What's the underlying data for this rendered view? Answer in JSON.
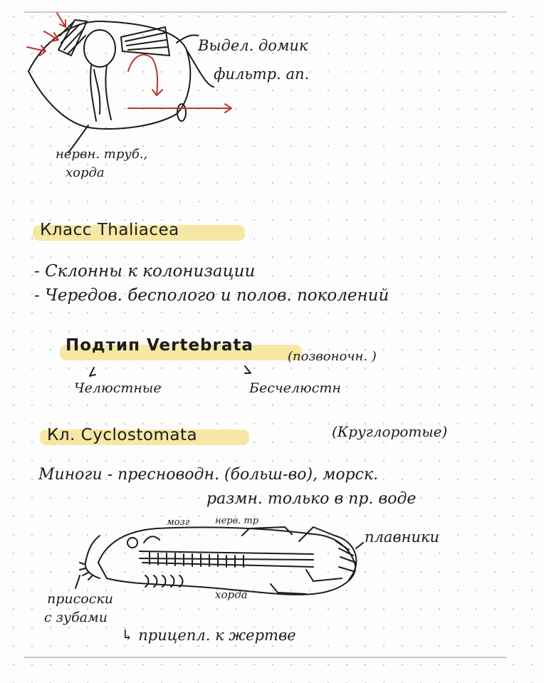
{
  "diagram1": {
    "label_right_1": "Выдел. домик",
    "label_right_2": "фильтр. ап.",
    "label_bottom_1": "нервн. труб.,",
    "label_bottom_2": "хорда"
  },
  "section_thaliacea": {
    "heading": "Класс    Thaliacea",
    "bullet_1": "- Склонны к колонизации",
    "bullet_2": "- Чередов. бесполого и полов. поколений"
  },
  "section_vertebrata": {
    "heading": "Подтип  Vertebrata",
    "note": "(позвоночн. )",
    "branch_left_arrow": "↙",
    "branch_right_arrow": "↘",
    "branch_left": "Челюстные",
    "branch_right": "Бесчелюстн"
  },
  "section_cyclostomata": {
    "heading": "Кл.  Cyclostomata",
    "note": "(Круглоротые)",
    "line_1": "Миноги -  пресноводн. (больш-во), морск.",
    "line_2": "размн. только в пр. воде"
  },
  "diagram2": {
    "label_brain": "мозг",
    "label_nerve": "нерв. тр",
    "label_fins": "плавники",
    "label_chord": "хорда",
    "label_suckers_1": "присоски",
    "label_suckers_2": "с зубами",
    "label_attach": "↳ прицепл. к жертве"
  },
  "colors": {
    "ink": "#1c1c1c",
    "accent_red": "#c0342c",
    "highlight": "#f6e8a4",
    "rule": "#c7cbd4"
  }
}
